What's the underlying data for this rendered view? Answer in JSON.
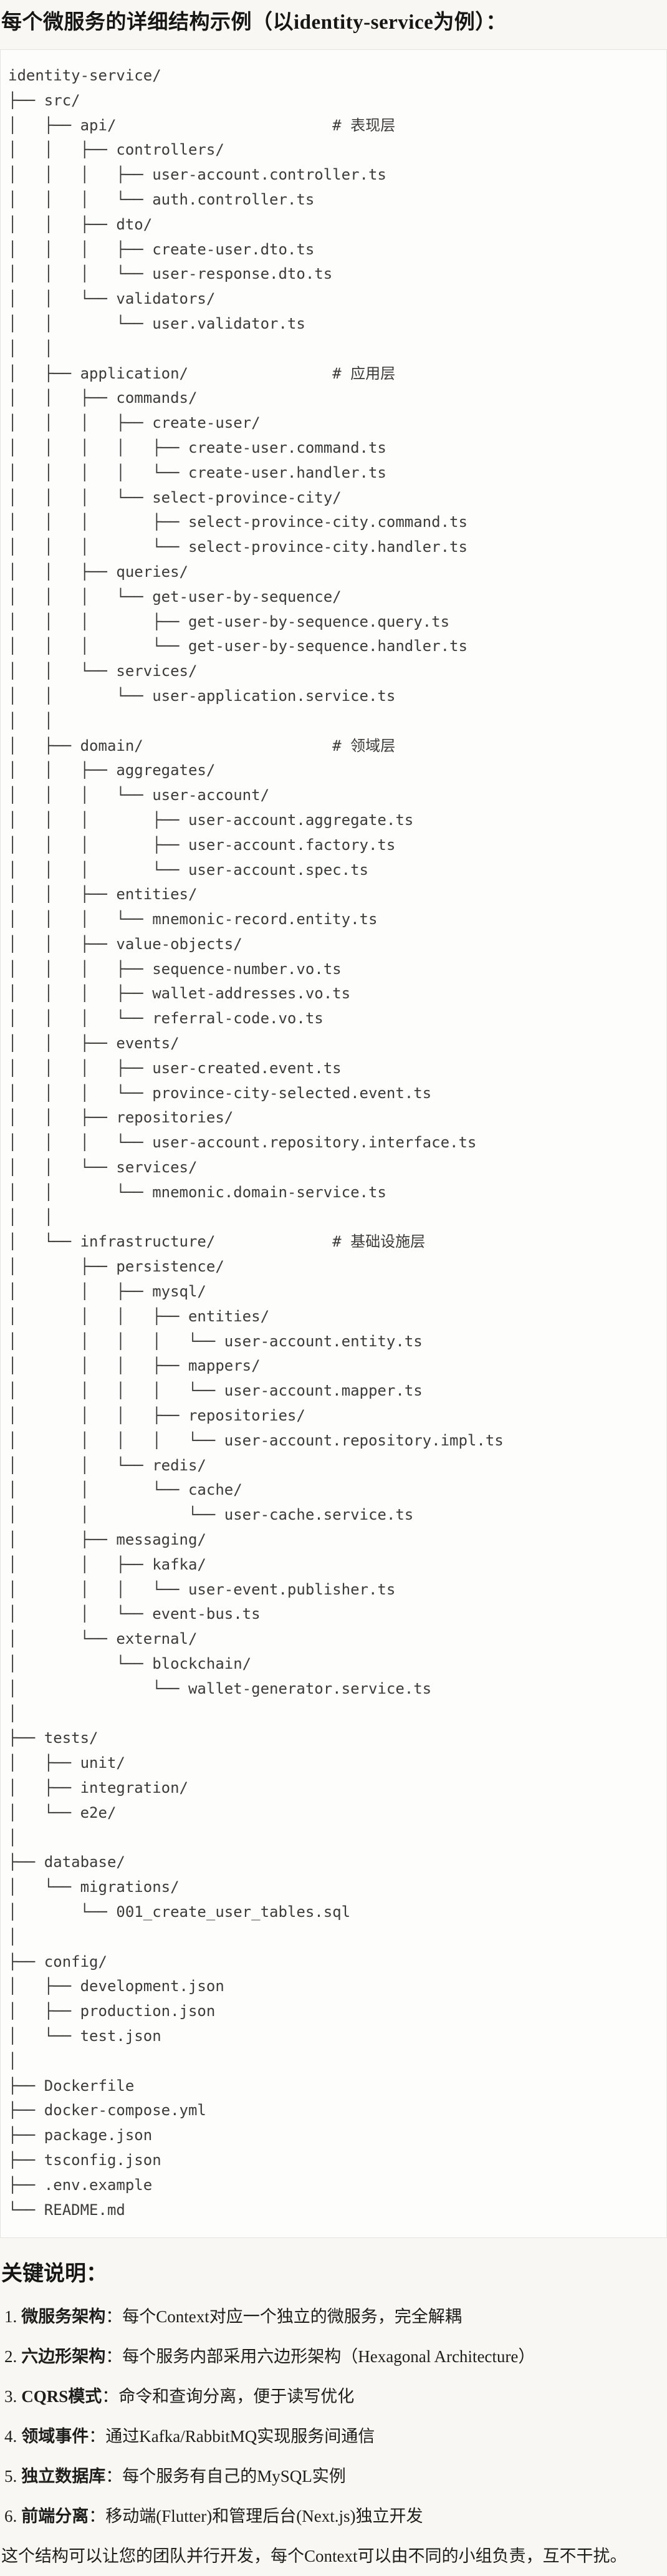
{
  "title": "每个微服务的详细结构示例（以identity-service为例）：",
  "tree": [
    "identity-service/",
    "├── src/",
    "│   ├── api/                        # 表现层",
    "│   │   ├── controllers/",
    "│   │   │   ├── user-account.controller.ts",
    "│   │   │   └── auth.controller.ts",
    "│   │   ├── dto/",
    "│   │   │   ├── create-user.dto.ts",
    "│   │   │   └── user-response.dto.ts",
    "│   │   └── validators/",
    "│   │       └── user.validator.ts",
    "│   │",
    "│   ├── application/                # 应用层",
    "│   │   ├── commands/",
    "│   │   │   ├── create-user/",
    "│   │   │   │   ├── create-user.command.ts",
    "│   │   │   │   └── create-user.handler.ts",
    "│   │   │   └── select-province-city/",
    "│   │   │       ├── select-province-city.command.ts",
    "│   │   │       └── select-province-city.handler.ts",
    "│   │   ├── queries/",
    "│   │   │   └── get-user-by-sequence/",
    "│   │   │       ├── get-user-by-sequence.query.ts",
    "│   │   │       └── get-user-by-sequence.handler.ts",
    "│   │   └── services/",
    "│   │       └── user-application.service.ts",
    "│   │",
    "│   ├── domain/                     # 领域层",
    "│   │   ├── aggregates/",
    "│   │   │   └── user-account/",
    "│   │   │       ├── user-account.aggregate.ts",
    "│   │   │       ├── user-account.factory.ts",
    "│   │   │       └── user-account.spec.ts",
    "│   │   ├── entities/",
    "│   │   │   └── mnemonic-record.entity.ts",
    "│   │   ├── value-objects/",
    "│   │   │   ├── sequence-number.vo.ts",
    "│   │   │   ├── wallet-addresses.vo.ts",
    "│   │   │   └── referral-code.vo.ts",
    "│   │   ├── events/",
    "│   │   │   ├── user-created.event.ts",
    "│   │   │   └── province-city-selected.event.ts",
    "│   │   ├── repositories/",
    "│   │   │   └── user-account.repository.interface.ts",
    "│   │   └── services/",
    "│   │       └── mnemonic.domain-service.ts",
    "│   │",
    "│   └── infrastructure/             # 基础设施层",
    "│       ├── persistence/",
    "│       │   ├── mysql/",
    "│       │   │   ├── entities/",
    "│       │   │   │   └── user-account.entity.ts",
    "│       │   │   ├── mappers/",
    "│       │   │   │   └── user-account.mapper.ts",
    "│       │   │   ├── repositories/",
    "│       │   │   │   └── user-account.repository.impl.ts",
    "│       │   └── redis/",
    "│       │       └── cache/",
    "│       │           └── user-cache.service.ts",
    "│       ├── messaging/",
    "│       │   ├── kafka/",
    "│       │   │   └── user-event.publisher.ts",
    "│       │   └── event-bus.ts",
    "│       └── external/",
    "│           └── blockchain/",
    "│               └── wallet-generator.service.ts",
    "│",
    "├── tests/",
    "│   ├── unit/",
    "│   ├── integration/",
    "│   └── e2e/",
    "│",
    "├── database/",
    "│   └── migrations/",
    "│       └── 001_create_user_tables.sql",
    "│",
    "├── config/",
    "│   ├── development.json",
    "│   ├── production.json",
    "│   └── test.json",
    "│",
    "├── Dockerfile",
    "├── docker-compose.yml",
    "├── package.json",
    "├── tsconfig.json",
    "├── .env.example",
    "└── README.md"
  ],
  "notes": {
    "heading": "关键说明：",
    "items": [
      {
        "num": "1.",
        "label": "微服务架构",
        "text": "：每个Context对应一个独立的微服务，完全解耦"
      },
      {
        "num": "2.",
        "label": "六边形架构",
        "text": "：每个服务内部采用六边形架构（Hexagonal Architecture）"
      },
      {
        "num": "3.",
        "label": "CQRS模式",
        "text": "：命令和查询分离，便于读写优化"
      },
      {
        "num": "4.",
        "label": "领域事件",
        "text": "：通过Kafka/RabbitMQ实现服务间通信"
      },
      {
        "num": "5.",
        "label": "独立数据库",
        "text": "：每个服务有自己的MySQL实例"
      },
      {
        "num": "6.",
        "label": "前端分离",
        "text": "：移动端(Flutter)和管理后台(Next.js)独立开发"
      }
    ],
    "footer": "这个结构可以让您的团队并行开发，每个Context可以由不同的小组负责，互不干扰。"
  }
}
